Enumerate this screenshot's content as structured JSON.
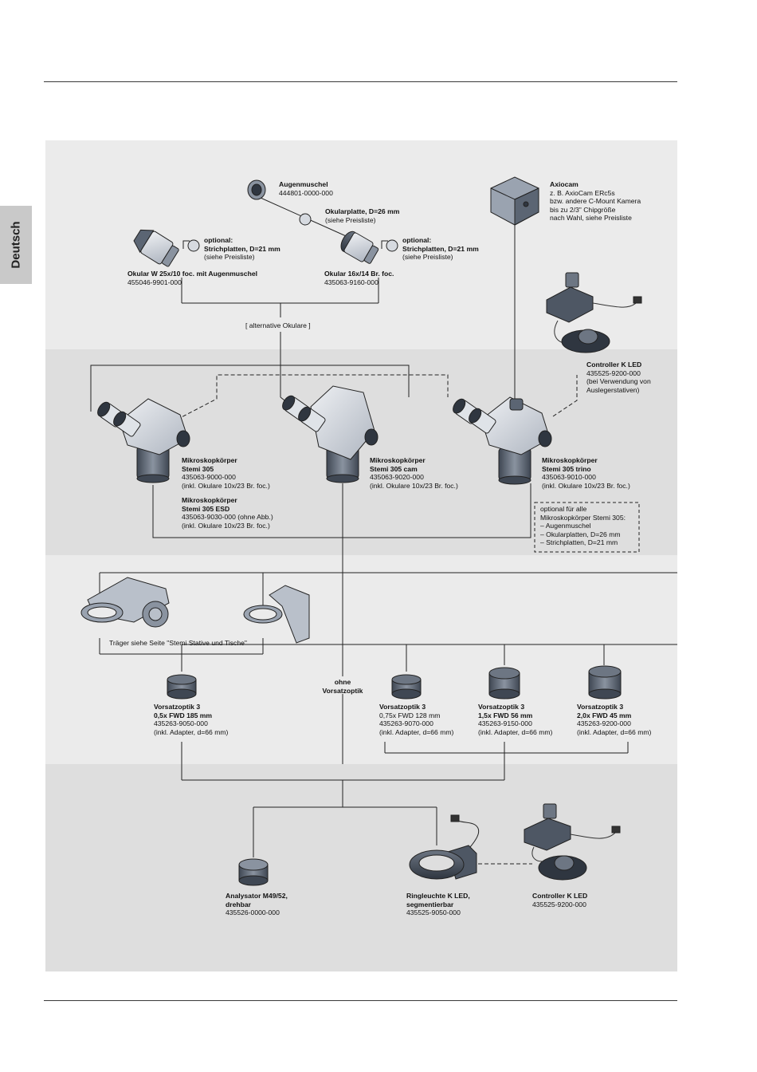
{
  "sidebar_tab": "Deutsch",
  "nodes": {
    "augenmuschel": {
      "title": "Augenmuschel",
      "lines": [
        "444801-0000-000"
      ]
    },
    "okularplatte": {
      "title": "Okularplatte, D=26 mm",
      "lines": [
        "(siehe Preisliste)"
      ]
    },
    "optional_left": {
      "title": "optional:",
      "lines": [
        "Strichplatten, D=21 mm",
        "(siehe Preisliste)"
      ]
    },
    "optional_right": {
      "title": "optional:",
      "lines": [
        "Strichplatten, D=21 mm",
        "(siehe Preisliste)"
      ]
    },
    "okular_w25": {
      "title": "Okular W 25x/10 foc. mit Augenmuschel",
      "lines": [
        "455046-9901-000"
      ]
    },
    "okular_16x": {
      "title": "Okular 16x/14 Br. foc.",
      "lines": [
        "435063-9160-000"
      ]
    },
    "axiocam": {
      "title": "Axiocam",
      "lines": [
        "z. B. AxioCam ERc5s",
        "bzw. andere C-Mount Kamera",
        "bis zu 2/3\" Chipgröße",
        "nach Wahl, siehe Preisliste"
      ]
    },
    "alternative": {
      "title": "[ alternative Okulare ]"
    },
    "controller_top": {
      "title": "Controller K LED",
      "lines": [
        "435525-9200-000",
        "(bei Verwendung von",
        "Auslegerstativen)"
      ]
    },
    "stemi305": {
      "title": "Mikroskopkörper",
      "lines": [
        "Stemi 305",
        "435063-9000-000",
        "(inkl. Okulare 10x/23 Br. foc.)"
      ]
    },
    "stemi305esd": {
      "title": "Mikroskopkörper",
      "lines": [
        "Stemi 305 ESD",
        "435063-9030-000 (ohne Abb.)",
        "(inkl. Okulare 10x/23 Br. foc.)"
      ]
    },
    "stemi305cam": {
      "title": "Mikroskopkörper",
      "lines": [
        "Stemi 305 cam",
        "435063-9020-000",
        "(inkl. Okulare 10x/23 Br. foc.)"
      ]
    },
    "stemi305trino": {
      "title": "Mikroskopkörper",
      "lines": [
        "Stemi 305 trino",
        "435063-9010-000",
        "(inkl. Okulare 10x/23 Br. foc.)"
      ]
    },
    "optional_alle": {
      "title": "optional für alle",
      "lines": [
        "Mikroskopkörper Stemi 305:",
        "–  Augenmuschel",
        "–  Okularplatten, D=26 mm",
        "–  Strichplatten, D=21 mm"
      ]
    },
    "traeger": {
      "title": "Träger siehe Seite \"Stemi Stative und Tische\""
    },
    "ohne_vorsatz": {
      "title": "ohne",
      "lines": [
        "Vorsatzoptik"
      ]
    },
    "vorsatz_05": {
      "title": "Vorsatzoptik 3",
      "lines": [
        "0,5x FWD 185 mm",
        "435263-9050-000",
        "(inkl. Adapter, d=66 mm)"
      ]
    },
    "vorsatz_075": {
      "title": "Vorsatzoptik 3",
      "lines": [
        "0,75x FWD 128 mm",
        "435263-9070-000",
        "(inkl. Adapter, d=66 mm)"
      ]
    },
    "vorsatz_15": {
      "title": "Vorsatzoptik 3",
      "lines": [
        "1,5x FWD 56 mm",
        "435263-9150-000",
        "(inkl. Adapter, d=66 mm)"
      ]
    },
    "vorsatz_20": {
      "title": "Vorsatzoptik 3",
      "lines": [
        "2,0x FWD 45 mm",
        "435263-9200-000",
        "(inkl. Adapter, d=66 mm)"
      ]
    },
    "analysator": {
      "title": "Analysator M49/52,",
      "lines": [
        "drehbar",
        "435526-0000-000"
      ]
    },
    "ringleuchte": {
      "title": "Ringleuchte K LED,",
      "lines": [
        "segmentierbar",
        "435525-9050-000"
      ]
    },
    "controller_bottom": {
      "title": "Controller K LED",
      "lines": [
        "435525-9200-000"
      ]
    }
  },
  "colors": {
    "band_light": "#ebebeb",
    "band_mid": "#dedede",
    "device_body": "#c4c9d1",
    "device_dark": "#5b6573",
    "line": "#222222"
  }
}
